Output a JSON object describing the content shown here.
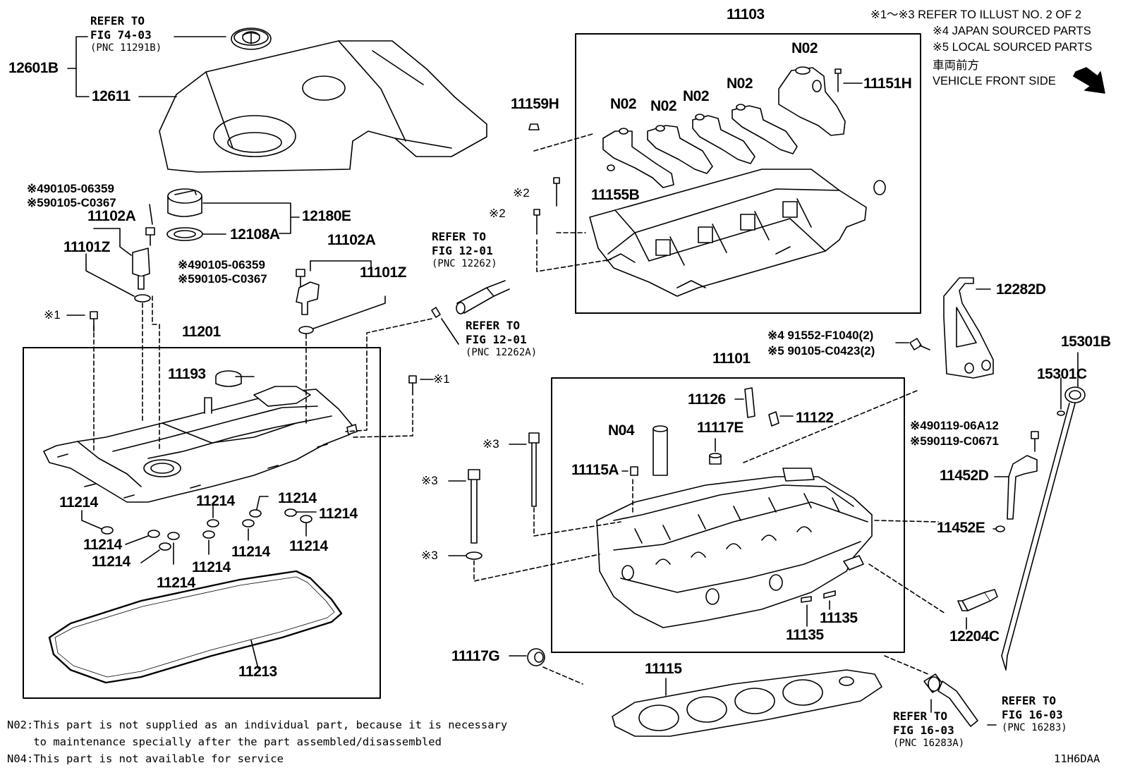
{
  "header": {
    "line1": "※1～※3 REFER TO ILLUST NO. 2 OF 2",
    "line2": "※4 JAPAN SOURCED PARTS",
    "line3": "※5 LOCAL SOURCED PARTS",
    "line4": "車両前方",
    "line5": "VEHICLE FRONT SIDE"
  },
  "parts": {
    "p11103": "11103",
    "p12601B": "12601B",
    "p12611": "12611",
    "p11159H": "11159H",
    "p11151H": "11151H",
    "p11155B": "11155B",
    "n02_a": "N02",
    "n02_b": "N02",
    "n02_c": "N02",
    "n02_d": "N02",
    "n02_e": "N02",
    "p12180E": "12180E",
    "p12108A": "12108A",
    "p11102A_l": "11102A",
    "p11101Z_l": "11101Z",
    "p11102A_r": "11102A",
    "p11101Z_r": "11101Z",
    "p11201": "11201",
    "p11193": "11193",
    "p12282D": "12282D",
    "p15301B": "15301B",
    "p15301C": "15301C",
    "p11101": "11101",
    "p11126": "11126",
    "p11122": "11122",
    "n04": "N04",
    "p11117E": "11117E",
    "p11115A": "11115A",
    "p11452D": "11452D",
    "p11452E": "11452E",
    "p11214_1": "11214",
    "p11214_2": "11214",
    "p11214_3": "11214",
    "p11214_4": "11214",
    "p11214_5": "11214",
    "p11214_6": "11214",
    "p11214_7": "11214",
    "p11214_8": "11214",
    "p11214_9": "11214",
    "p11214_10": "11214",
    "p11135_a": "11135",
    "p11135_b": "11135",
    "p12204C": "12204C",
    "p11213": "11213",
    "p11117G": "11117G",
    "p11115": "11115"
  },
  "markers": {
    "m1_left": "※1",
    "m1_right": "※1",
    "m2_a": "※2",
    "m2_b": "※2",
    "m3_a": "※3",
    "m3_b": "※3",
    "m3_c": "※3",
    "sens_l_4": "※490105-06359",
    "sens_l_5": "※590105-C0367",
    "sens_r_4": "※490105-06359",
    "sens_r_5": "※590105-C0367",
    "brk_4": "※4 91552-F1040(2)",
    "brk_5": "※5 90105-C0423(2)",
    "gauge_4": "※490119-06A12",
    "gauge_5": "※590119-C0671"
  },
  "refs": {
    "r1_a": "REFER TO",
    "r1_b": "FIG 74-03",
    "r1_c": "(PNC 11291B)",
    "r2_a": "REFER TO",
    "r2_b": "FIG 12-01",
    "r2_c": "(PNC 12262)",
    "r3_a": "REFER TO",
    "r3_b": "FIG 12-01",
    "r3_c": "(PNC 12262A)",
    "r4_a": "REFER TO",
    "r4_b": "FIG 16-03",
    "r4_c": "(PNC 16283A)",
    "r5_a": "REFER TO",
    "r5_b": "FIG 16-03",
    "r5_c": "(PNC 16283)"
  },
  "notes": {
    "n02_line1": "N02:This part is not supplied as an individual part, because it is necessary",
    "n02_line2": "    to maintenance specially after the part assembled/disassembled",
    "n04_line": "N04:This part is not available for service"
  },
  "code": "11H6DAA"
}
